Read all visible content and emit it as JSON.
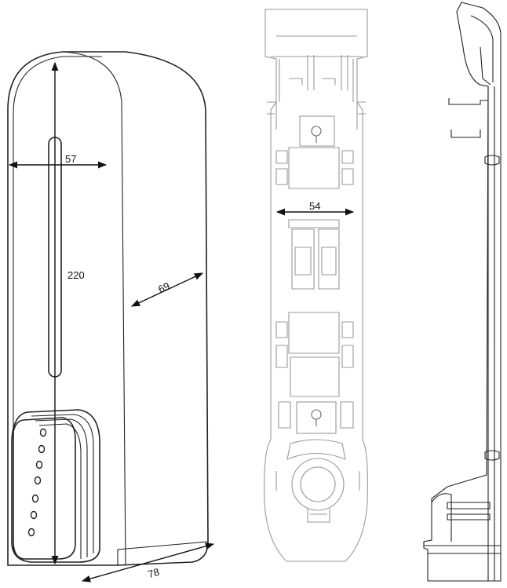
{
  "dimensions": {
    "front_width": "57",
    "height": "220",
    "depth": "69",
    "base_depth": "78",
    "bracket_width": "54"
  }
}
